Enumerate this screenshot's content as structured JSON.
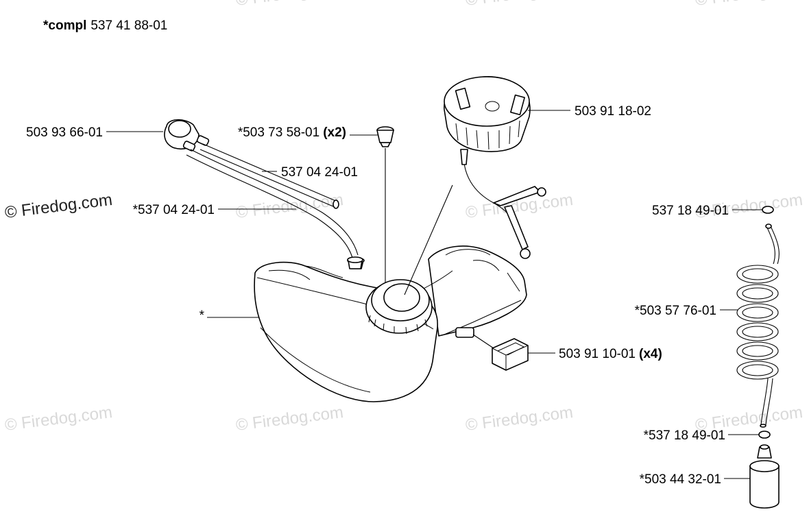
{
  "header": {
    "prefix": "*compl",
    "number": "537 41 88-01"
  },
  "callouts": [
    {
      "id": "grommet-primer",
      "text": "503 93 66-01",
      "suffix": ""
    },
    {
      "id": "vent-plug",
      "text": "*503 73 58-01",
      "suffix": "(x2)"
    },
    {
      "id": "fuel-hose-upper",
      "text": "537 04 24-01",
      "suffix": ""
    },
    {
      "id": "fuel-hose-lower",
      "text": "*537 04 24-01",
      "suffix": ""
    },
    {
      "id": "fuel-cap",
      "text": "503 91 18-02",
      "suffix": ""
    },
    {
      "id": "seal-ring-upper",
      "text": "537 18 49-01",
      "suffix": ""
    },
    {
      "id": "coil-hose",
      "text": "*503 57 76-01",
      "suffix": ""
    },
    {
      "id": "rubber-buffer",
      "text": "503 91 10-01",
      "suffix": "(x4)"
    },
    {
      "id": "seal-ring-lower",
      "text": "*537 18 49-01",
      "suffix": ""
    },
    {
      "id": "fuel-filter",
      "text": "*503 44 32-01",
      "suffix": ""
    },
    {
      "id": "fuel-tank",
      "text": "*",
      "suffix": ""
    }
  ],
  "watermark": "© Firedog.com"
}
